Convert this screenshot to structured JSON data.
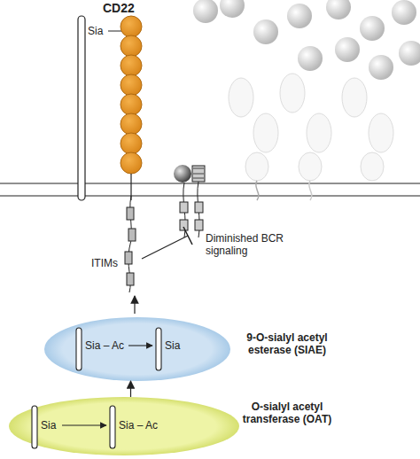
{
  "diagram": {
    "nodes": [
      {
        "text": [
          "Sia – Ac",
          "Sia",
          "9-O-sialyl acetyl esterase (SIAE)"
        ]
      },
      {
        "text": [
          "Sia",
          "Sia – Ac",
          "O-sialyl acetyl transferase (OAT)"
        ]
      }
    ],
    "edges": [
      {
        "from": 1,
        "to": 0,
        "arrow": "to"
      }
    ],
    "labels": [
      "CD22",
      "Sia",
      "ITIMs",
      "Diminished BCR signaling"
    ]
  }
}
